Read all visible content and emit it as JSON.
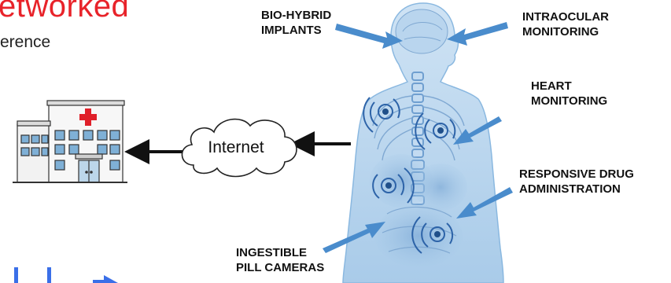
{
  "slide": {
    "title_fragment": "etworked",
    "subtitle_fragment": "erence"
  },
  "network": {
    "cloud_label": "Internet",
    "hospital_icon": "hospital-building-icon",
    "cloud_icon": "cloud-icon"
  },
  "body_labels": {
    "bio_hybrid": [
      "BIO-HYBRID",
      "IMPLANTS"
    ],
    "intraocular": [
      "INTRAOCULAR",
      "MONITORING"
    ],
    "heart": [
      "HEART",
      "MONITORING"
    ],
    "drug": [
      "RESPONSIVE DRUG",
      "ADMINISTRATION"
    ],
    "pill": [
      "INGESTIBLE",
      "PILL CAMERAS"
    ]
  },
  "colors": {
    "title_red": "#e8232a",
    "arrow_blue": "#4a8ccc",
    "body_blue": "#8ab8e0",
    "nav_blue": "#3a6fe8"
  }
}
